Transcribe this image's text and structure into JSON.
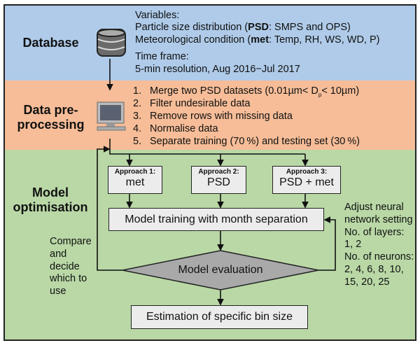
{
  "colors": {
    "database": "#afcbe9",
    "preprocessing": "#f6bd98",
    "optimisation": "#b9d8a6",
    "box": "#ececec",
    "diamond": "#a9a9a9"
  },
  "database": {
    "title": "Database",
    "icon": "database-icon",
    "lines": [
      "Variables:"
    ],
    "psd_pre": "Particle size distribution (",
    "psd_bold": "PSD",
    "psd_post": ": SMPS and OPS)",
    "met_pre": "Meteorological condition (",
    "met_bold": "met",
    "met_post": ": Temp, RH, WS, WD, P)",
    "time_label": "Time frame:",
    "time_value": "5-min resolution, Aug 2016−Jul 2017"
  },
  "preprocessing": {
    "title_1": "Data pre-",
    "title_2": "processing",
    "icon": "computer-icon",
    "steps": [
      {
        "num": "1.",
        "pre": "Merge two PSD datasets (0.01µm< D",
        "sub": "p",
        "post": "< 10µm)"
      },
      {
        "num": "2.",
        "text": "Filter undesirable data"
      },
      {
        "num": "3.",
        "text": "Remove rows with missing data"
      },
      {
        "num": "4.",
        "text": "Normalise data"
      },
      {
        "num": "5.",
        "text": "Separate training (70 %) and testing set (30 %)"
      }
    ]
  },
  "optimisation": {
    "title_1": "Model",
    "title_2": "optimisation",
    "approaches": [
      {
        "label": "Approach 1:",
        "value": "met"
      },
      {
        "label": "Approach 2:",
        "value": "PSD"
      },
      {
        "label": "Approach 3:",
        "value": "PSD + met"
      }
    ],
    "training": "Model training with month separation",
    "evaluation": "Model evaluation",
    "estimation": "Estimation of specific bin size",
    "compare": [
      "Compare",
      "and",
      "decide",
      "which to",
      "use"
    ],
    "adjust": [
      "Adjust neural",
      "network setting",
      "No. of layers:",
      "1, 2",
      "No. of neurons:",
      "2, 4, 6, 8, 10,",
      "15, 20, 25"
    ]
  }
}
